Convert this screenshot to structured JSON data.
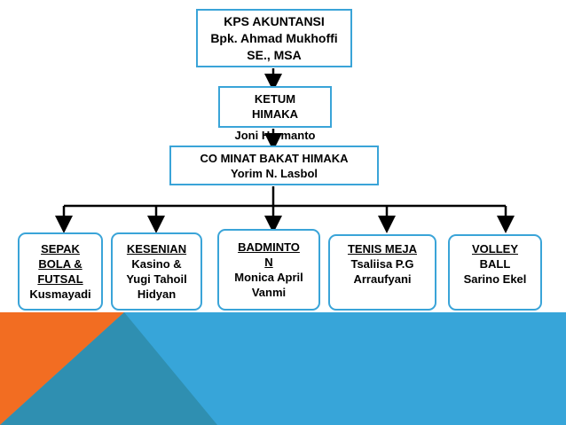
{
  "kps": {
    "lines": [
      "KPS AKUNTANSI",
      "Bpk. Ahmad Mukhoffi",
      "SE., MSA"
    ]
  },
  "ketum": {
    "lines": [
      "KETUM",
      "HIMAKA"
    ],
    "name": "Joni Hermanto"
  },
  "co": {
    "title": "CO MINAT BAKAT HIMAKA",
    "name": "Yorim N. Lasbol"
  },
  "divisions": [
    {
      "lines": [
        "SEPAK",
        "BOLA &",
        "FUTSAL"
      ],
      "name": "Kusmayadi"
    },
    {
      "lines": [
        "KESENIAN"
      ],
      "name_lines": [
        "Kasino &",
        "Yugi Tahoil",
        "Hidyan"
      ]
    },
    {
      "lines": [
        "BADMINTO",
        "N"
      ],
      "name_lines": [
        "Monica April",
        "Vanmi"
      ]
    },
    {
      "lines": [
        "TENIS MEJA"
      ],
      "name_lines": [
        "Tsaliisa P.G",
        "Arraufyani"
      ]
    },
    {
      "lines": [
        "VOLLEY",
        "BALL"
      ],
      "name_lines": [
        "Sarino Ekel"
      ]
    }
  ],
  "colors": {
    "border": "#3aa4d8",
    "line": "#000000",
    "band_blue": "#37a5d9",
    "band_orange": "#f26d22",
    "band_teal": "#2f8fb1"
  }
}
